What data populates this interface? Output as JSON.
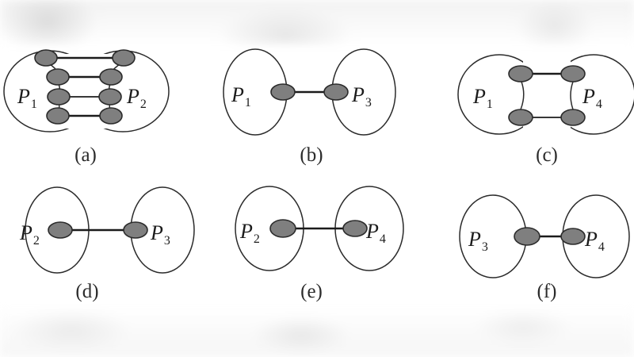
{
  "figure": {
    "type": "diagram",
    "description": "Six sub-figures of pairs of partitions joined by boundary edges",
    "background_color": "#ffffff",
    "node_fill": "#7f7f7f",
    "node_stroke": "#2b2b2b",
    "edge_color": "#1b1b1b",
    "blob_stroke": "#2b2b2b"
  },
  "panels": [
    {
      "id": "a",
      "caption": "(a)",
      "left_label": "P",
      "left_sub": "1",
      "right_label": "P",
      "right_sub": "2",
      "edge_count": 4,
      "pair": "P1-P2"
    },
    {
      "id": "b",
      "caption": "(b)",
      "left_label": "P",
      "left_sub": "1",
      "right_label": "P",
      "right_sub": "3",
      "edge_count": 1,
      "pair": "P1-P3"
    },
    {
      "id": "c",
      "caption": "(c)",
      "left_label": "P",
      "left_sub": "1",
      "right_label": "P",
      "right_sub": "4",
      "edge_count": 2,
      "pair": "P1-P4"
    },
    {
      "id": "d",
      "caption": "(d)",
      "left_label": "P",
      "left_sub": "2",
      "right_label": "P",
      "right_sub": "3",
      "edge_count": 1,
      "pair": "P2-P3"
    },
    {
      "id": "e",
      "caption": "(e)",
      "left_label": "P",
      "left_sub": "2",
      "right_label": "P",
      "right_sub": "4",
      "edge_count": 1,
      "pair": "P2-P4"
    },
    {
      "id": "f",
      "caption": "(f)",
      "left_label": "P",
      "left_sub": "3",
      "right_label": "P",
      "right_sub": "4",
      "edge_count": 1,
      "pair": "P3-P4"
    }
  ]
}
